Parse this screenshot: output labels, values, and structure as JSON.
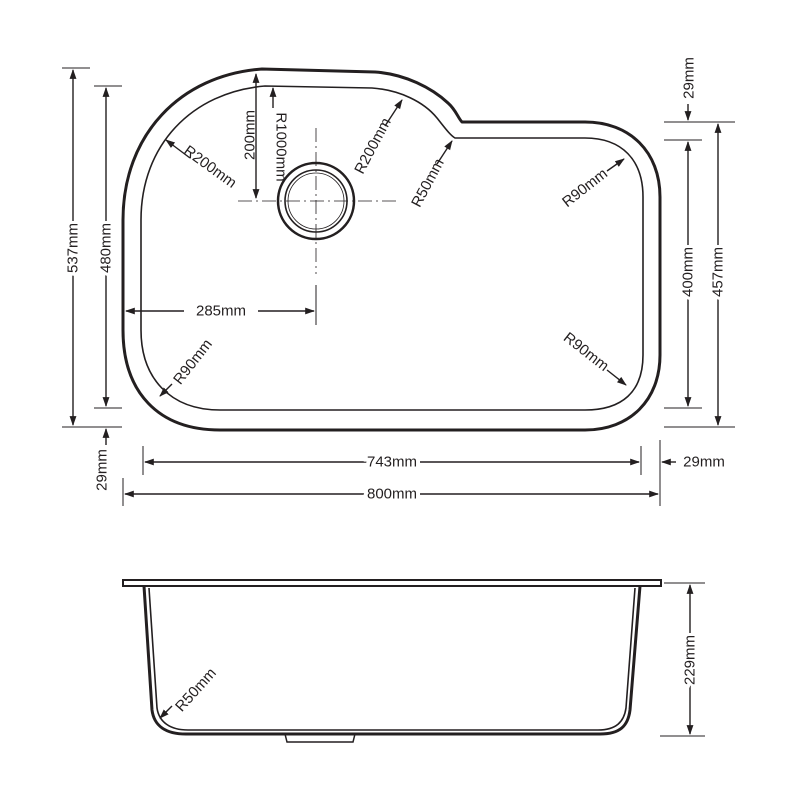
{
  "top_view": {
    "overall_height_label": "537mm",
    "bowl_height_label": "480mm",
    "drain_offset_vertical_label": "200mm",
    "corner_radius_label": "R1000mm",
    "upper_left_radius_label": "R200mm",
    "upper_middle_radius_label": "R200mm",
    "notch_radius_label": "R50mm",
    "upper_right_radius_label": "R90mm",
    "lower_right_radius_label": "R90mm",
    "lower_left_radius_label": "R90mm",
    "drain_offset_horizontal_label": "285mm",
    "right_top_margin_label": "29mm",
    "right_bowl_height_label": "400mm",
    "right_overall_height_label": "457mm",
    "bottom_margin_label": "29mm",
    "bowl_width_label": "743mm",
    "right_margin_label": "29mm",
    "overall_width_label": "800mm"
  },
  "side_view": {
    "depth_label": "229mm",
    "bottom_radius_label": "R50mm"
  },
  "colors": {
    "line": "#231f20",
    "background": "#ffffff"
  }
}
